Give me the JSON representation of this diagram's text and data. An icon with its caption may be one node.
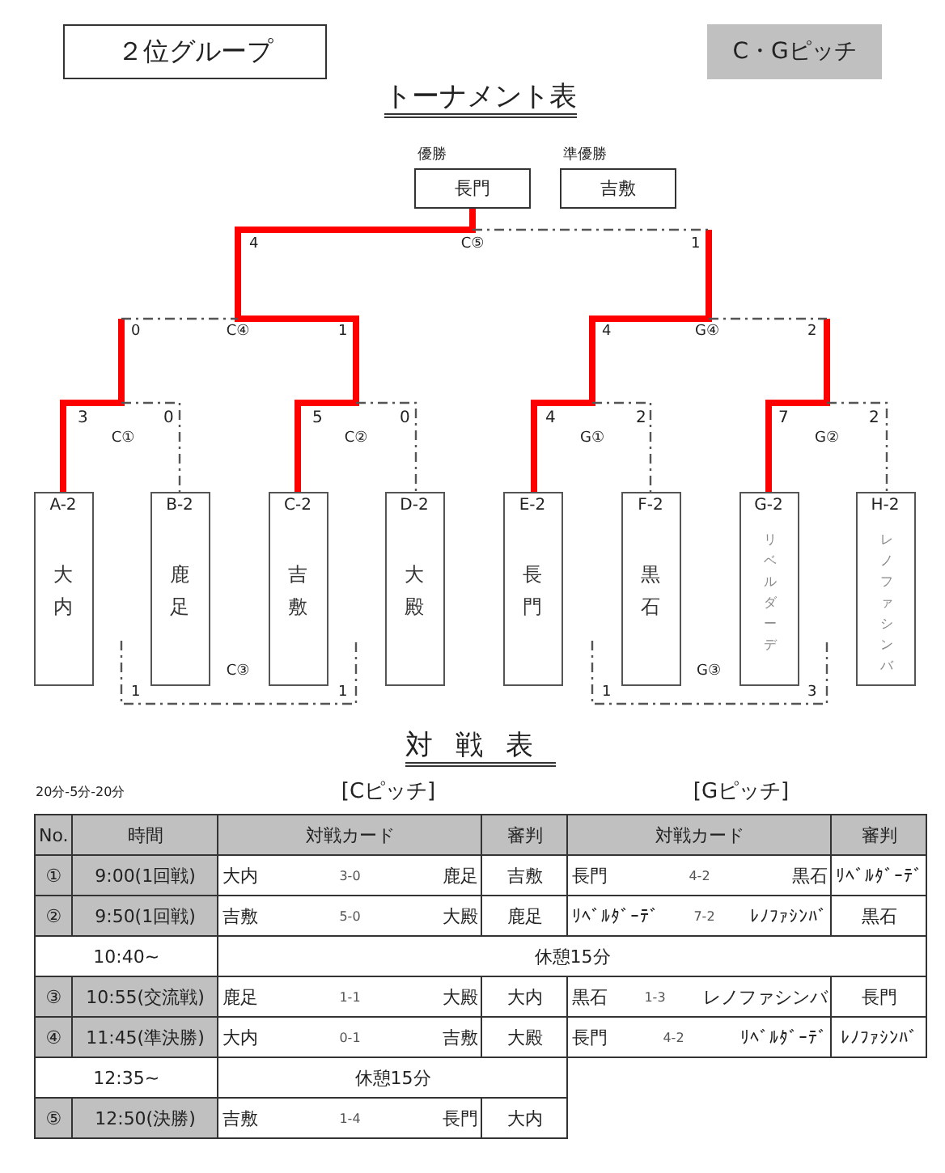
{
  "diagram": {
    "nodes": [
      {
        "text": [
          "２位グループ"
        ]
      },
      {
        "text": [
          "C・Gピッチ"
        ]
      },
      {
        "text": [
          "長門"
        ],
        "beside": [
          "優勝"
        ]
      },
      {
        "text": [
          "吉敷"
        ],
        "beside": [
          "準優勝"
        ]
      },
      {
        "text": [
          "A-2",
          "大内"
        ]
      },
      {
        "text": [
          "B-2",
          "鹿足"
        ]
      },
      {
        "text": [
          "C-2",
          "吉敷"
        ]
      },
      {
        "text": [
          "D-2",
          "大殿"
        ]
      },
      {
        "text": [
          "E-2",
          "長門"
        ]
      },
      {
        "text": [
          "F-2",
          "黒石"
        ]
      },
      {
        "text": [
          "G-2",
          "リベルダーデ"
        ]
      },
      {
        "text": [
          "H-2",
          "レノファシンバ"
        ]
      }
    ],
    "labels": [
      "トーナメント表",
      "4",
      "C⑤",
      "1",
      "0",
      "C④",
      "1",
      "4",
      "G④",
      "2",
      "3",
      "0",
      "5",
      "0",
      "4",
      "2",
      "7",
      "2",
      "C①",
      "C②",
      "G①",
      "G②",
      "C③",
      "G③",
      "1",
      "1",
      "1",
      "3",
      "対戦表",
      "20分-5分-20分",
      "[Cピッチ]",
      "[Gピッチ]",
      "No.",
      "時間",
      "対戦カード",
      "審判",
      "対戦カード",
      "審判",
      "①",
      "9:00(1回戦)",
      "大内",
      "3-0",
      "鹿足",
      "吉敷",
      "長門",
      "4-2",
      "黒石",
      "ﾘﾍﾞﾙﾀﾞｰﾃﾞ",
      "②",
      "9:50(1回戦)",
      "吉敷",
      "5-0",
      "大殿",
      "鹿足",
      "ﾘﾍﾞﾙﾀﾞｰﾃﾞ",
      "7-2",
      "ﾚﾉﾌｧｼﾝﾊﾞ",
      "黒石",
      "10:40~",
      "休憩15分",
      "③",
      "10:55(交流戦)",
      "鹿足",
      "1-1",
      "大殿",
      "大内",
      "黒石",
      "1-3",
      "レノファシンバ",
      "長門",
      "④",
      "11:45(準決勝)",
      "大内",
      "0-1",
      "吉敷",
      "大殿",
      "長門",
      "4-2",
      "ﾘﾍﾞﾙﾀﾞｰﾃﾞ",
      "ﾚﾉﾌｧｼﾝﾊﾞ",
      "12:35~",
      "休憩15分",
      "⑤",
      "12:50(決勝)",
      "吉敷",
      "1-4",
      "長門",
      "大内"
    ]
  }
}
